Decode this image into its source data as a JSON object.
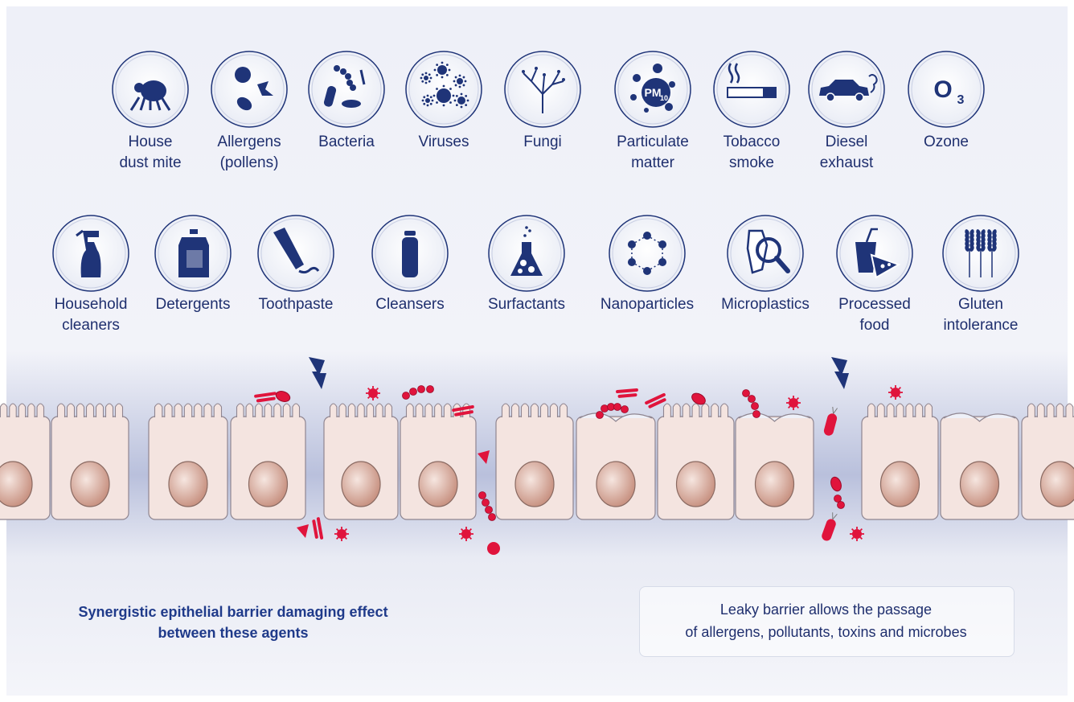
{
  "agents_row1": [
    {
      "label": "House\ndust mite",
      "icon": "dust-mite-icon"
    },
    {
      "label": "Allergens\n(pollens)",
      "icon": "pollen-icon"
    },
    {
      "label": "Bacteria",
      "icon": "bacteria-icon"
    },
    {
      "label": "Viruses",
      "icon": "virus-icon"
    },
    {
      "label": "Fungi",
      "icon": "fungi-icon"
    },
    {
      "label": "Particulate\nmatter",
      "icon": "particulate-matter-icon",
      "icon_text": "PM",
      "icon_subtext": "10"
    },
    {
      "label": "Tobacco\nsmoke",
      "icon": "cigarette-icon"
    },
    {
      "label": "Diesel\nexhaust",
      "icon": "car-exhaust-icon"
    },
    {
      "label": "Ozone",
      "icon": "ozone-icon",
      "icon_text": "O",
      "icon_subtext": "3"
    }
  ],
  "agents_row2": [
    {
      "label": "Household\ncleaners",
      "icon": "spray-bottle-icon"
    },
    {
      "label": "Detergents",
      "icon": "detergent-bottle-icon"
    },
    {
      "label": "Toothpaste",
      "icon": "toothpaste-icon"
    },
    {
      "label": "Cleansers",
      "icon": "cleanser-bottle-icon"
    },
    {
      "label": "Surfactants",
      "icon": "flask-icon"
    },
    {
      "label": "Nanoparticles",
      "icon": "nanoparticle-ring-icon"
    },
    {
      "label": "Microplastics",
      "icon": "microplastic-magnifier-icon"
    },
    {
      "label": "Processed\nfood",
      "icon": "fast-food-icon"
    },
    {
      "label": "Gluten\nintolerance",
      "icon": "wheat-icon"
    }
  ],
  "captions": {
    "left": "Synergistic epithelial barrier damaging effect\nbetween these agents",
    "right": "Leaky barrier allows the passage\nof allergens, pollutants, toxins and microbes"
  },
  "colors": {
    "icon_navy": "#1f3478",
    "microbe_red": "#e0143c",
    "cell_fill": "#f4e4e0",
    "nucleus": "#d9a898"
  }
}
